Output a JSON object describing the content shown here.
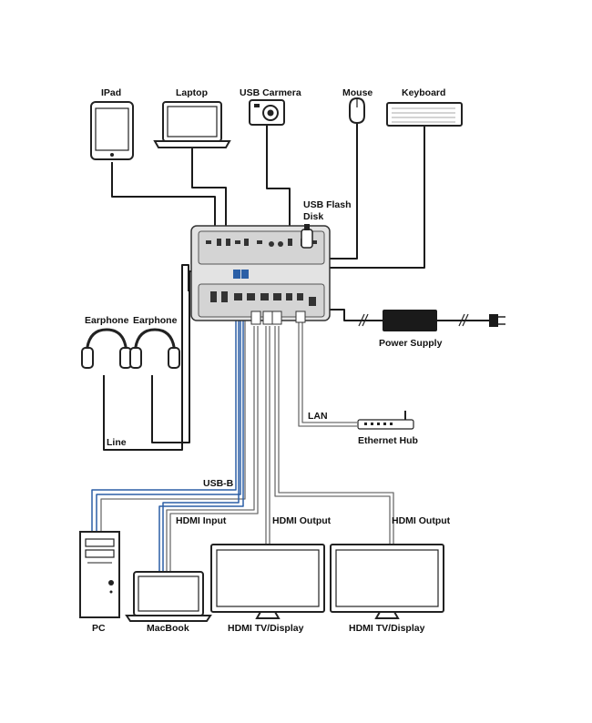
{
  "labels": {
    "ipad": "IPad",
    "laptop": "Laptop",
    "usb_camera": "USB Carmera",
    "mouse": "Mouse",
    "keyboard": "Keyboard",
    "usb_flash_disk_line1": "USB Flash",
    "usb_flash_disk_line2": "Disk",
    "earphone_left": "Earphone",
    "earphone_right": "Earphone",
    "line": "Line",
    "power_supply": "Power Supply",
    "lan": "LAN",
    "ethernet_hub": "Ethernet Hub",
    "usb_b": "USB-B",
    "hdmi_input": "HDMI Input",
    "hdmi_output_1": "HDMI Output",
    "hdmi_output_2": "HDMI Output",
    "pc": "PC",
    "macbook": "MacBook",
    "hdmi_tv_1": "HDMI TV/Display",
    "hdmi_tv_2": "HDMI TV/Display"
  },
  "colors": {
    "usb_b_cable": "#2b5fa6",
    "device_outline": "#222222",
    "hub_body": "#e3e3e3",
    "hub_panel": "#d4d4d4"
  }
}
